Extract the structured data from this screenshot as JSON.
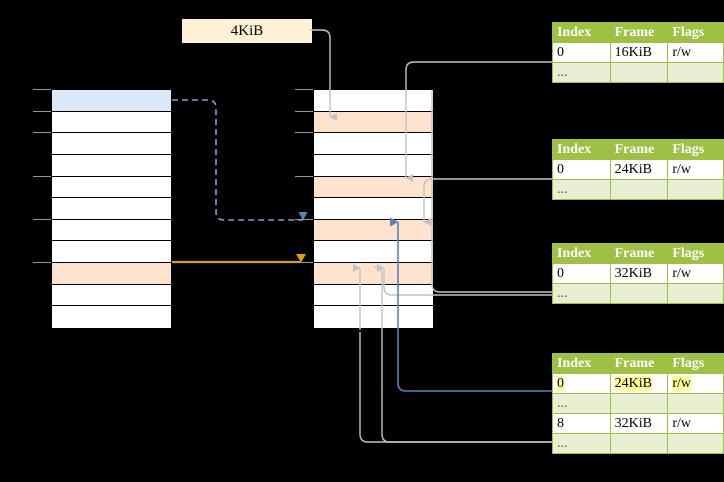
{
  "diagram": {
    "title": "paging-address-translation",
    "size_label": "4KiB",
    "colors": {
      "table_header_green": "#9ec043",
      "table_alt_row": "#e8eed2",
      "highlight_yellow": "#ffff99",
      "cell_peach": "#fde3cd",
      "cell_blue": "#dce9f9",
      "arrow_orange": "#e0a000",
      "arrow_blue": "#6b8fc4",
      "wire_gray": "#cccccc",
      "background": "#000000"
    }
  },
  "left_stack": {
    "name": "virtual-address-space",
    "row_count": 11,
    "rows": [
      {
        "index": 0,
        "fill": "blue"
      },
      {
        "index": 1,
        "fill": "white"
      },
      {
        "index": 2,
        "fill": "white"
      },
      {
        "index": 3,
        "fill": "white"
      },
      {
        "index": 4,
        "fill": "white"
      },
      {
        "index": 5,
        "fill": "white"
      },
      {
        "index": 6,
        "fill": "white"
      },
      {
        "index": 7,
        "fill": "white"
      },
      {
        "index": 8,
        "fill": "peach"
      },
      {
        "index": 9,
        "fill": "white"
      },
      {
        "index": 10,
        "fill": "white"
      }
    ],
    "ticks": [
      0,
      1,
      2,
      4,
      6,
      8
    ]
  },
  "middle_stack": {
    "name": "physical-memory",
    "row_count": 11,
    "rows": [
      {
        "index": 0,
        "fill": "white"
      },
      {
        "index": 1,
        "fill": "peach"
      },
      {
        "index": 2,
        "fill": "white"
      },
      {
        "index": 3,
        "fill": "white"
      },
      {
        "index": 4,
        "fill": "peach"
      },
      {
        "index": 5,
        "fill": "white"
      },
      {
        "index": 6,
        "fill": "peach"
      },
      {
        "index": 7,
        "fill": "white"
      },
      {
        "index": 8,
        "fill": "peach"
      },
      {
        "index": 9,
        "fill": "white"
      },
      {
        "index": 10,
        "fill": "white"
      }
    ],
    "ticks": [
      0,
      1,
      2,
      4,
      6,
      8
    ]
  },
  "tables": [
    {
      "name": "page-table-level-1",
      "columns": [
        "Index",
        "Frame",
        "Flags"
      ],
      "rows": [
        {
          "cells": [
            "0",
            "16KiB",
            "r/w"
          ],
          "style": "normal"
        },
        {
          "cells": [
            "...",
            "",
            ""
          ],
          "style": "ellipsis"
        }
      ]
    },
    {
      "name": "page-table-level-2",
      "columns": [
        "Index",
        "Frame",
        "Flags"
      ],
      "rows": [
        {
          "cells": [
            "0",
            "24KiB",
            "r/w"
          ],
          "style": "normal"
        },
        {
          "cells": [
            "...",
            "",
            ""
          ],
          "style": "ellipsis"
        }
      ]
    },
    {
      "name": "page-table-level-3",
      "columns": [
        "Index",
        "Frame",
        "Flags"
      ],
      "rows": [
        {
          "cells": [
            "0",
            "32KiB",
            "r/w"
          ],
          "style": "normal"
        },
        {
          "cells": [
            "...",
            "",
            ""
          ],
          "style": "ellipsis"
        }
      ]
    },
    {
      "name": "page-table-level-4",
      "columns": [
        "Index",
        "Frame",
        "Flags"
      ],
      "rows": [
        {
          "cells": [
            "0",
            "24KiB",
            "r/w"
          ],
          "style": "highlight"
        },
        {
          "cells": [
            "...",
            "",
            ""
          ],
          "style": "ellipsis"
        },
        {
          "cells": [
            "8",
            "32KiB",
            "r/w"
          ],
          "style": "normal"
        },
        {
          "cells": [
            "...",
            "",
            ""
          ],
          "style": "ellipsis"
        }
      ]
    }
  ]
}
